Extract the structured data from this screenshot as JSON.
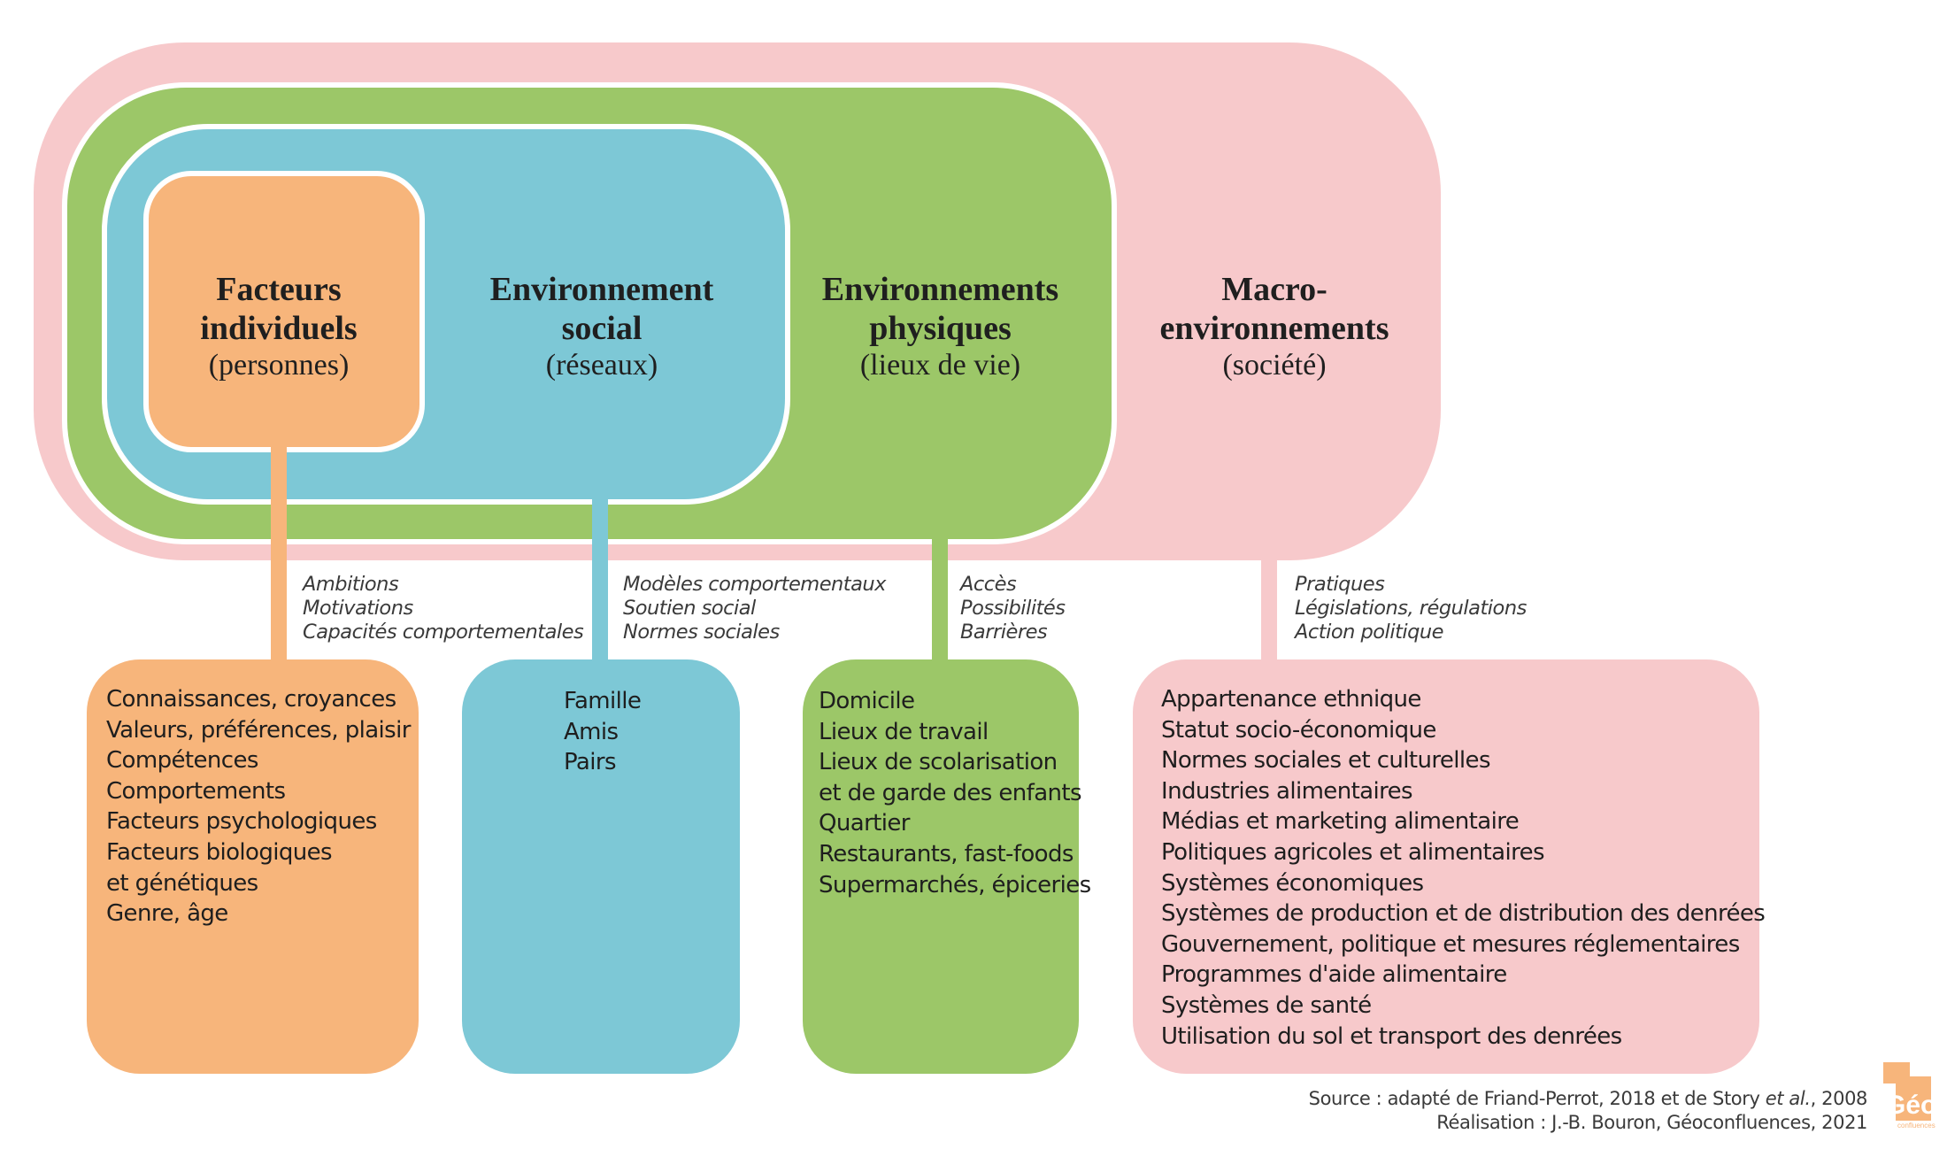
{
  "colors": {
    "individual": "#f7b57b",
    "social": "#7dc8d6",
    "physical": "#9cc768",
    "macro": "#f7c9cb"
  },
  "spheres": [
    {
      "id": "individual",
      "title_line1": "Facteurs",
      "title_line2": "individuels",
      "subtitle": "(personnes)"
    },
    {
      "id": "social",
      "title_line1": "Environnement",
      "title_line2": "social",
      "subtitle": "(réseaux)"
    },
    {
      "id": "physical",
      "title_line1": "Environnements",
      "title_line2": "physiques",
      "subtitle": "(lieux de vie)"
    },
    {
      "id": "macro",
      "title_line1": "Macro-",
      "title_line2": "environnements",
      "subtitle": "(société)"
    }
  ],
  "links": [
    {
      "factors": [
        "Ambitions",
        "Motivations",
        "Capacités comportementales"
      ]
    },
    {
      "factors": [
        "Modèles comportementaux",
        "Soutien social",
        "Normes sociales"
      ]
    },
    {
      "factors": [
        "Accès",
        "Possibilités",
        "Barrières"
      ]
    },
    {
      "factors": [
        "Pratiques",
        "Législations, régulations",
        "Action politique"
      ]
    }
  ],
  "boxes": [
    {
      "items": [
        "Connaissances, croyances",
        "Valeurs, préférences, plaisir",
        "Compétences",
        "Comportements",
        "Facteurs psychologiques",
        "Facteurs biologiques",
        "et génétiques",
        "Genre, âge"
      ]
    },
    {
      "items": [
        "Famille",
        "Amis",
        "Pairs"
      ]
    },
    {
      "items": [
        "Domicile",
        "Lieux de travail",
        "Lieux de scolarisation",
        "et de garde des enfants",
        "Quartier",
        "Restaurants, fast-foods",
        "Supermarchés, épiceries"
      ]
    },
    {
      "items": [
        "Appartenance ethnique",
        "Statut socio-économique",
        "Normes sociales et culturelles",
        "Industries alimentaires",
        "Médias et marketing alimentaire",
        "Politiques agricoles et alimentaires",
        "Systèmes économiques",
        "Systèmes de production et de distribution des denrées",
        "Gouvernement, politique et mesures réglementaires",
        "Programmes d'aide alimentaire",
        "Systèmes de santé",
        "Utilisation du sol et transport des denrées"
      ]
    }
  ],
  "source": {
    "line1_prefix": "Source : adapté de Friand-Perrot, 2018 et de Story ",
    "line1_italic": "et al.",
    "line1_suffix": ", 2008",
    "line2": "Réalisation : J.-B. Bouron, Géoconfluences, 2021"
  },
  "logo": {
    "text": "Géo",
    "subtext": "confluences"
  }
}
